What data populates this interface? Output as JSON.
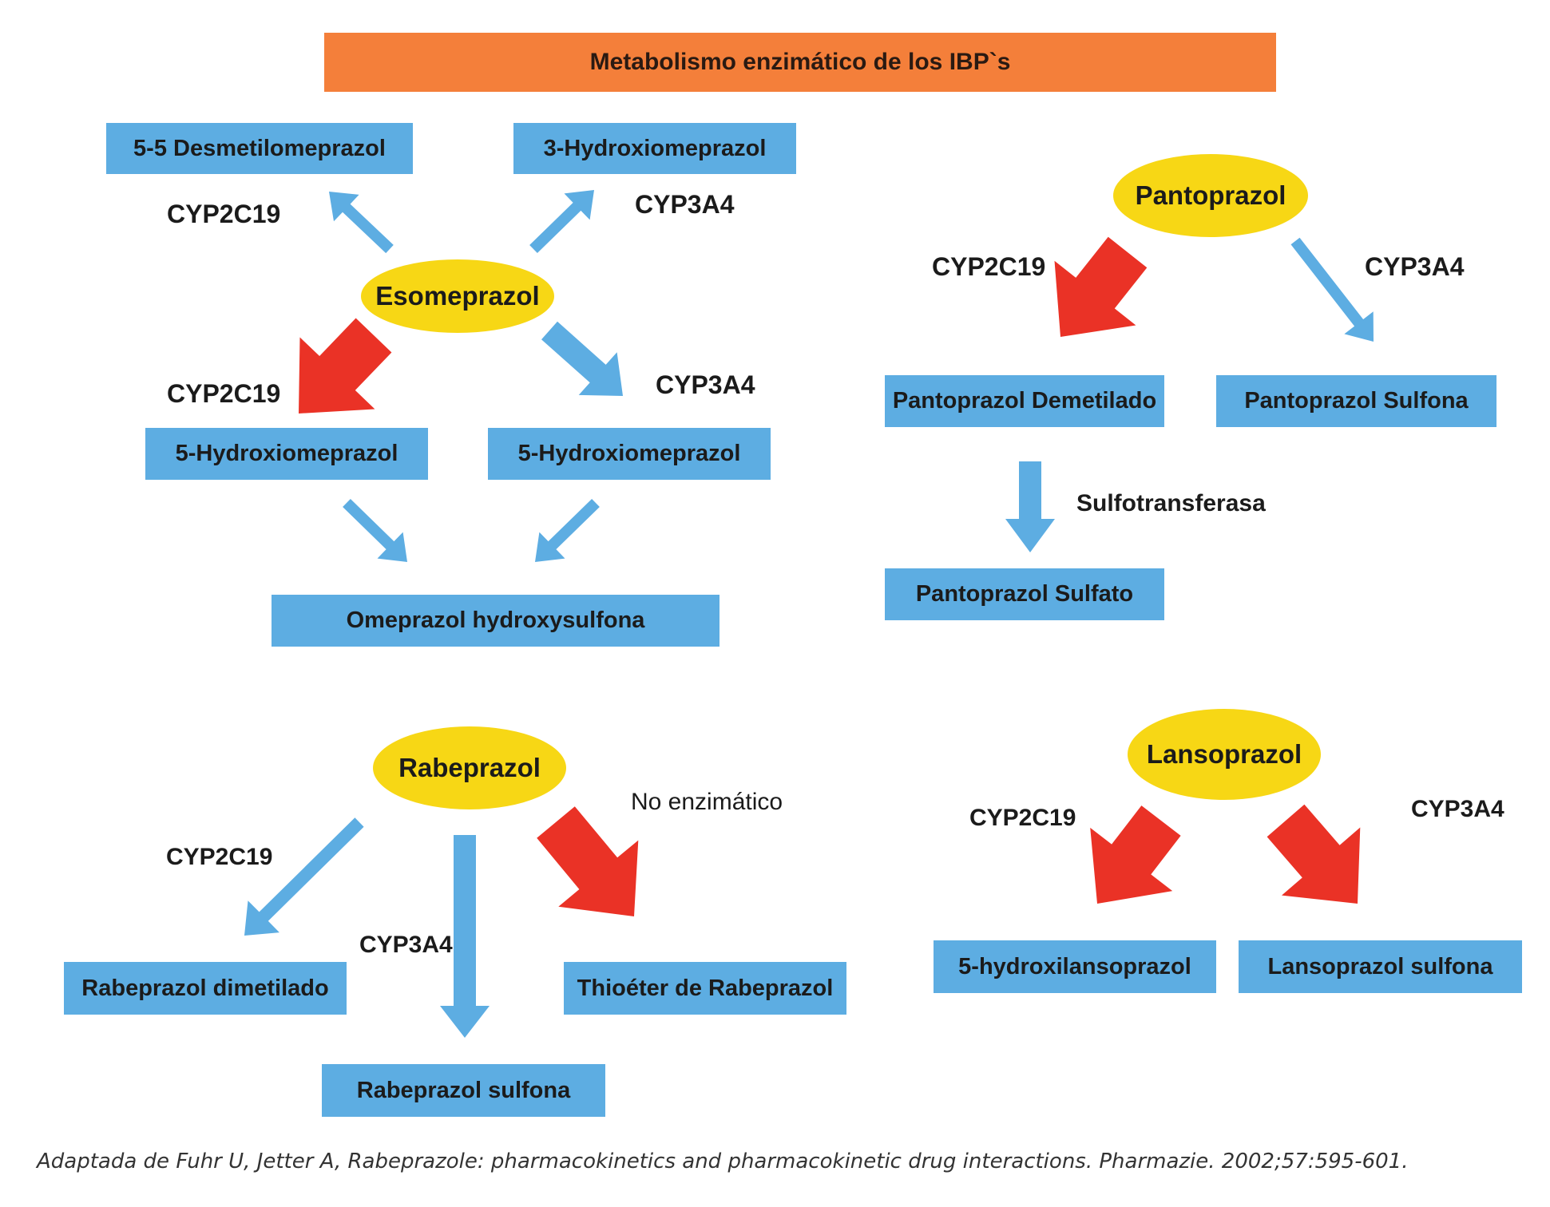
{
  "title": "Metabolismo enzimático de los IBP`s",
  "colors": {
    "banner": "#f47f3a",
    "box": "#5dade2",
    "oval": "#f7d715",
    "arrow_blue": "#5dade2",
    "arrow_red": "#ea3226"
  },
  "ovals": {
    "esomeprazol": "Esomeprazol",
    "pantoprazol": "Pantoprazol",
    "rabeprazol": "Rabeprazol",
    "lansoprazol": "Lansoprazol"
  },
  "boxes": {
    "desmetilomeprazol": "5-5 Desmetilomeprazol",
    "hydroxiomeprazol_3": "3-Hydroxiomeprazol",
    "hydroxiomeprazol_5_left": "5-Hydroxiomeprazol",
    "hydroxiomeprazol_5_right": "5-Hydroxiomeprazol",
    "omeprazol_hydroxysulfona": "Omeprazol hydroxysulfona",
    "pantoprazol_demetilado": "Pantoprazol Demetilado",
    "pantoprazol_sulfona": "Pantoprazol Sulfona",
    "pantoprazol_sulfato": "Pantoprazol Sulfato",
    "rabeprazol_dimetilado": "Rabeprazol dimetilado",
    "thioeter_rabeprazol": "Thioéter de Rabeprazol",
    "rabeprazol_sulfona": "Rabeprazol sulfona",
    "hydroxilansoprazol": "5-hydroxilansoprazol",
    "lansoprazol_sulfona": "Lansoprazol sulfona"
  },
  "labels": {
    "eso_cyp2c19_top": "CYP2C19",
    "eso_cyp3a4_top": "CYP3A4",
    "eso_cyp2c19_bottom": "CYP2C19",
    "eso_cyp3a4_bottom": "CYP3A4",
    "panto_cyp2c19": "CYP2C19",
    "panto_cyp3a4": "CYP3A4",
    "sulfotransferasa": "Sulfotransferasa",
    "rabe_cyp2c19": "CYP2C19",
    "rabe_cyp3a4": "CYP3A4",
    "no_enzimatico": "No enzimático",
    "lanso_cyp2c19": "CYP2C19",
    "lanso_cyp3a4": "CYP3A4"
  },
  "citation": "Adaptada de Fuhr U, Jetter A, Rabeprazole: pharmacokinetics and pharmacokinetic drug interactions. Pharmazie. 2002;57:595-601."
}
